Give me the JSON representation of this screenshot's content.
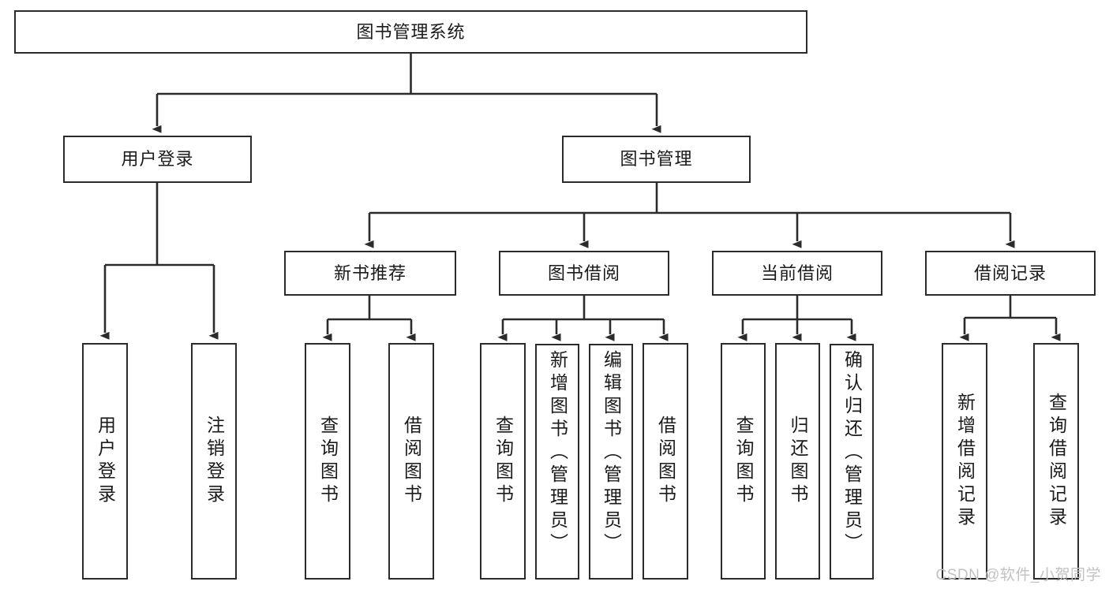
{
  "diagram": {
    "title_node": {
      "label": "图书管理系统"
    },
    "type": "tree-hierarchy-chart",
    "colors": {
      "border": "#2b2b2b",
      "background": "#ffffff",
      "text": "#1a1a1a",
      "watermark": "#c2c2c2"
    },
    "level1": [
      {
        "id": "user-login",
        "label": "用户登录"
      },
      {
        "id": "book-management",
        "label": "图书管理"
      }
    ],
    "level2": [
      {
        "id": "new-book-recommend",
        "label": "新书推荐"
      },
      {
        "id": "book-borrow",
        "label": "图书借阅"
      },
      {
        "id": "current-borrow",
        "label": "当前借阅"
      },
      {
        "id": "borrow-record",
        "label": "借阅记录"
      }
    ],
    "leaves": {
      "user_login": [
        {
          "id": "leaf-user-login",
          "label": "用户登录"
        },
        {
          "id": "leaf-logout-login",
          "label": "注销登录"
        }
      ],
      "new_book_recommend": [
        {
          "id": "leaf-query-book-1",
          "label": "查询图书"
        },
        {
          "id": "leaf-borrow-book-1",
          "label": "借阅图书"
        }
      ],
      "book_borrow": [
        {
          "id": "leaf-query-book-2",
          "label": "查询图书"
        },
        {
          "id": "leaf-add-book-admin",
          "label": "新增图书（管理员）"
        },
        {
          "id": "leaf-edit-book-admin",
          "label": "编辑图书（管理员）"
        },
        {
          "id": "leaf-borrow-book-2",
          "label": "借阅图书"
        }
      ],
      "current_borrow": [
        {
          "id": "leaf-query-book-3",
          "label": "查询图书"
        },
        {
          "id": "leaf-return-book",
          "label": "归还图书"
        },
        {
          "id": "leaf-confirm-return-admin",
          "label": "确认归还（管理员）"
        }
      ],
      "borrow_record": [
        {
          "id": "leaf-add-borrow-record",
          "label": "新增借阅记录"
        },
        {
          "id": "leaf-query-borrow-record",
          "label": "查询借阅记录"
        }
      ]
    }
  },
  "watermark": {
    "text": "CSDN @软件_小贺同学"
  }
}
